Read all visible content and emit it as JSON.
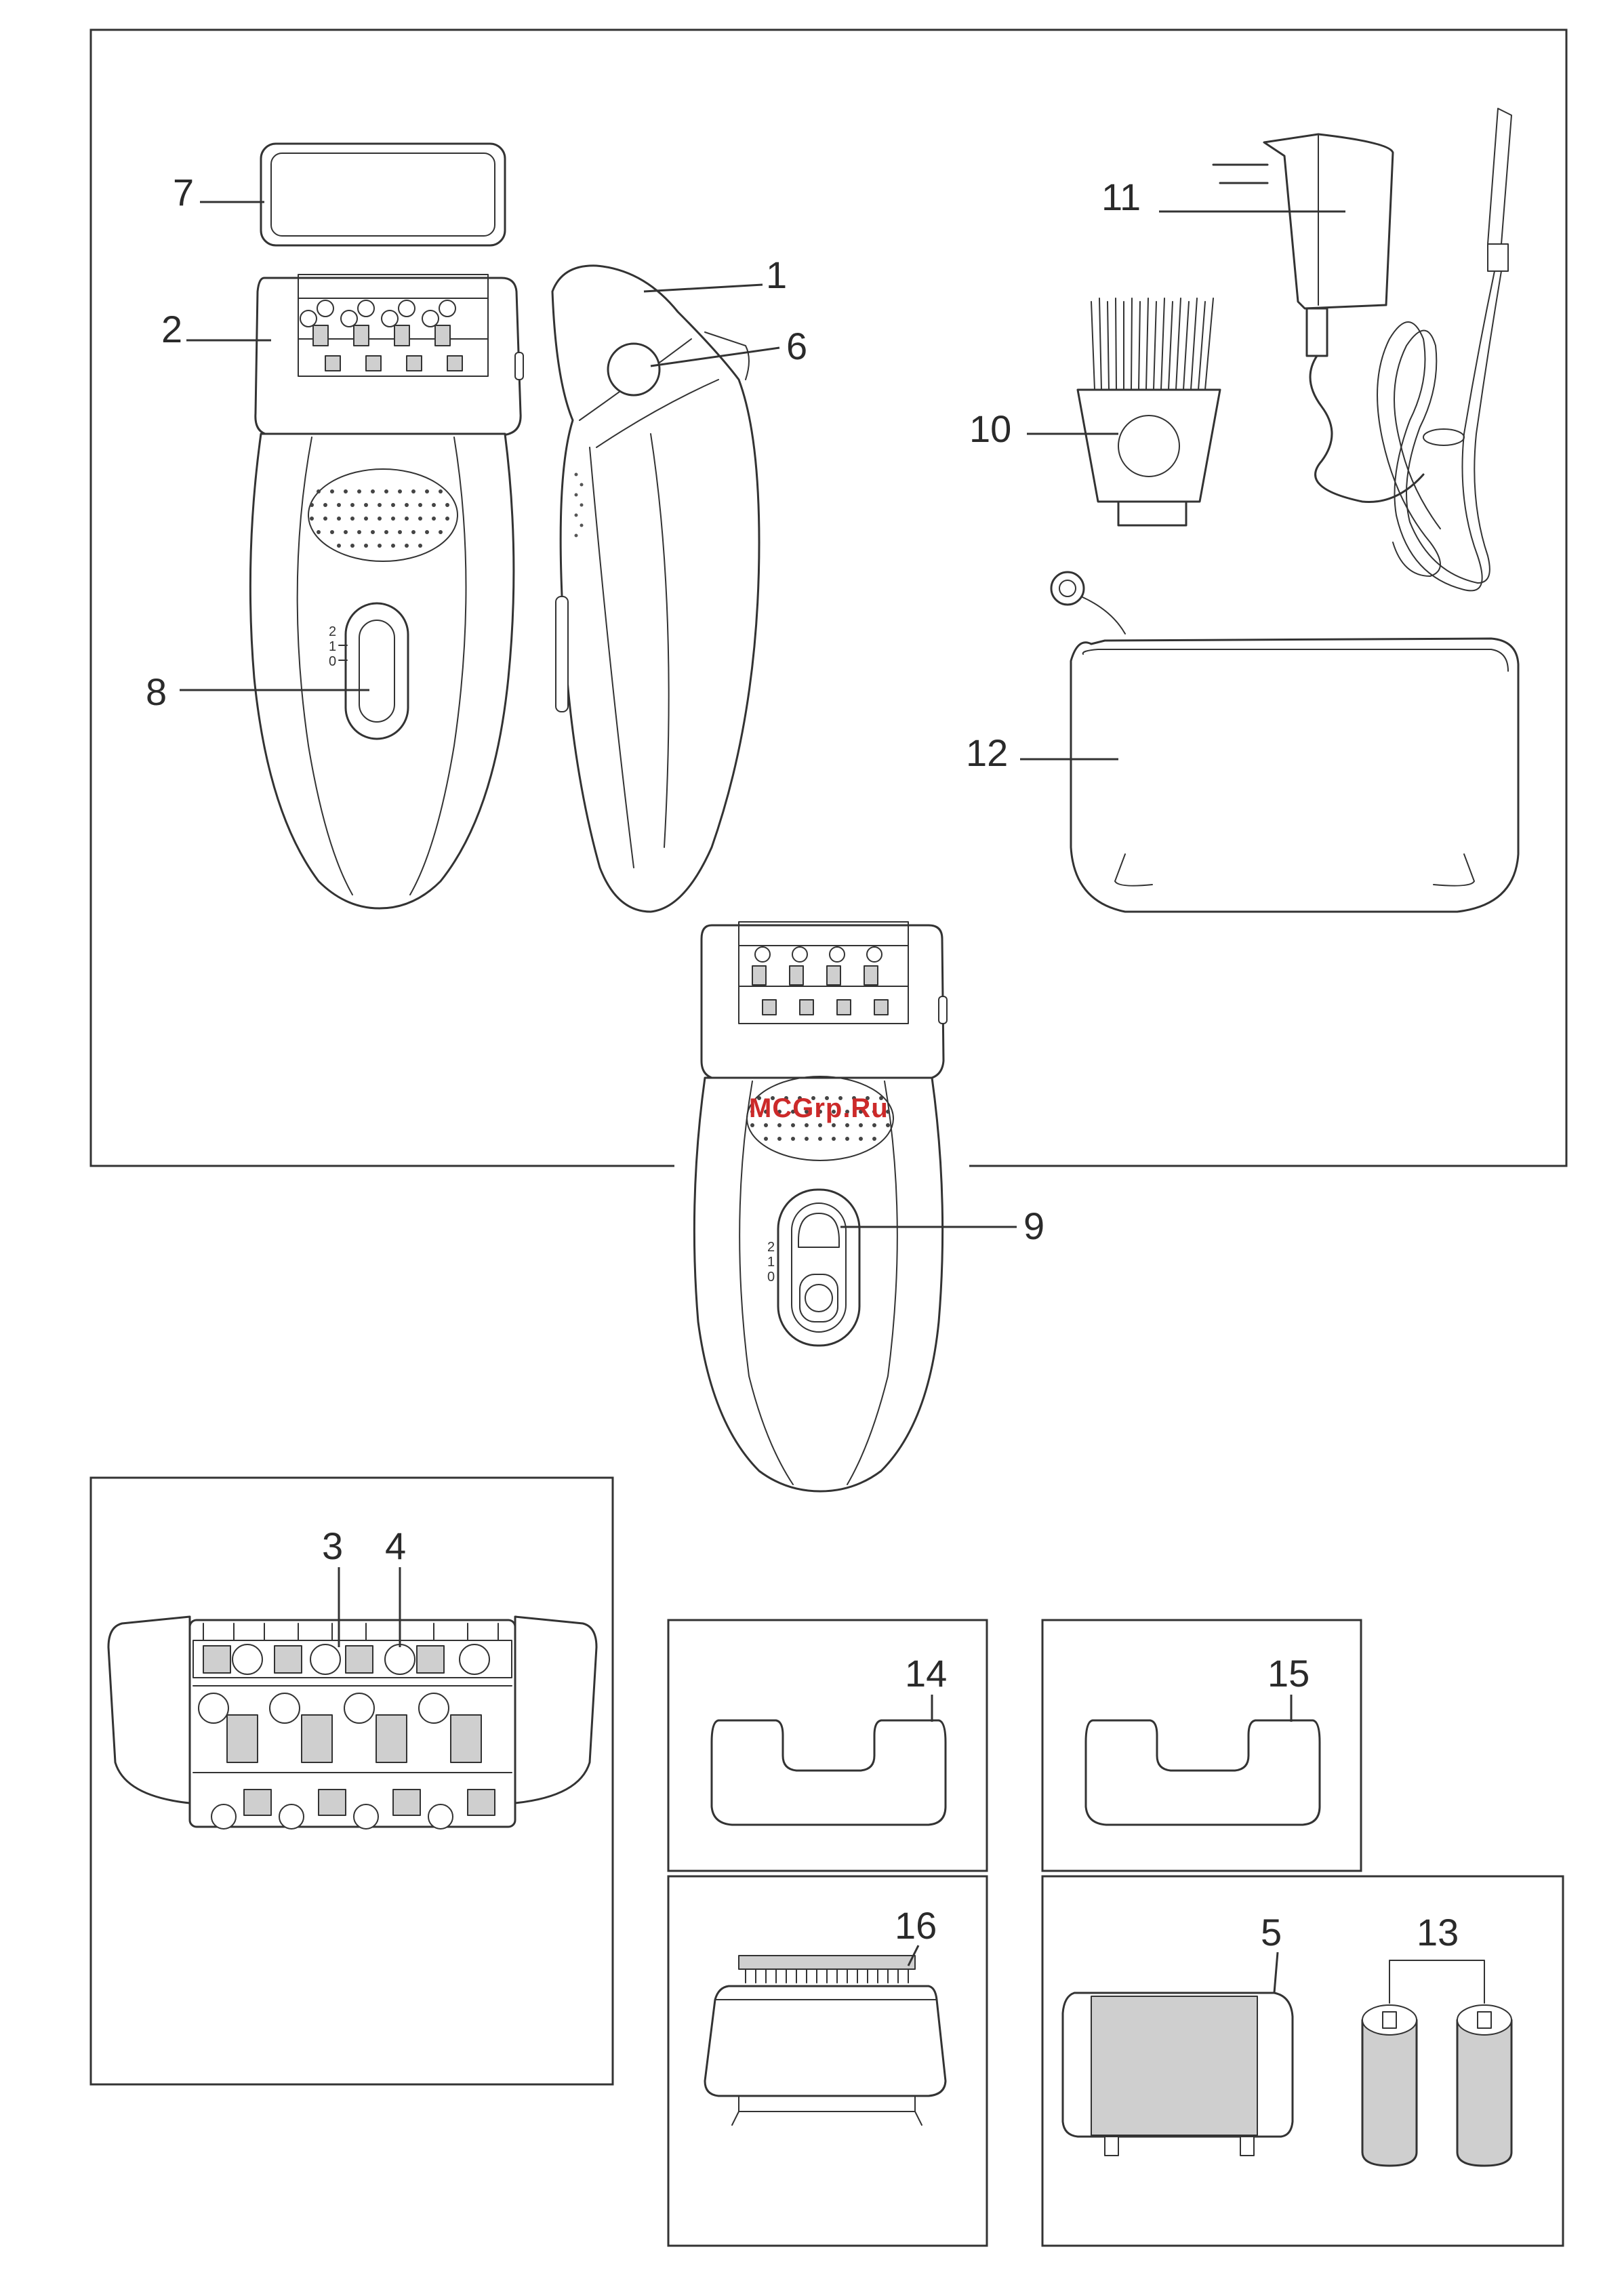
{
  "labels": {
    "l1": "1",
    "l2": "2",
    "l3": "3",
    "l4": "4",
    "l5": "5",
    "l6": "6",
    "l7": "7",
    "l8": "8",
    "l9": "9",
    "l10": "10",
    "l11": "11",
    "l12": "12",
    "l13": "13",
    "l14": "14",
    "l15": "15",
    "l16": "16"
  },
  "switch_marks": {
    "s2": "2",
    "s1": "1",
    "s0": "0"
  },
  "watermark": "MCGrp.Ru"
}
